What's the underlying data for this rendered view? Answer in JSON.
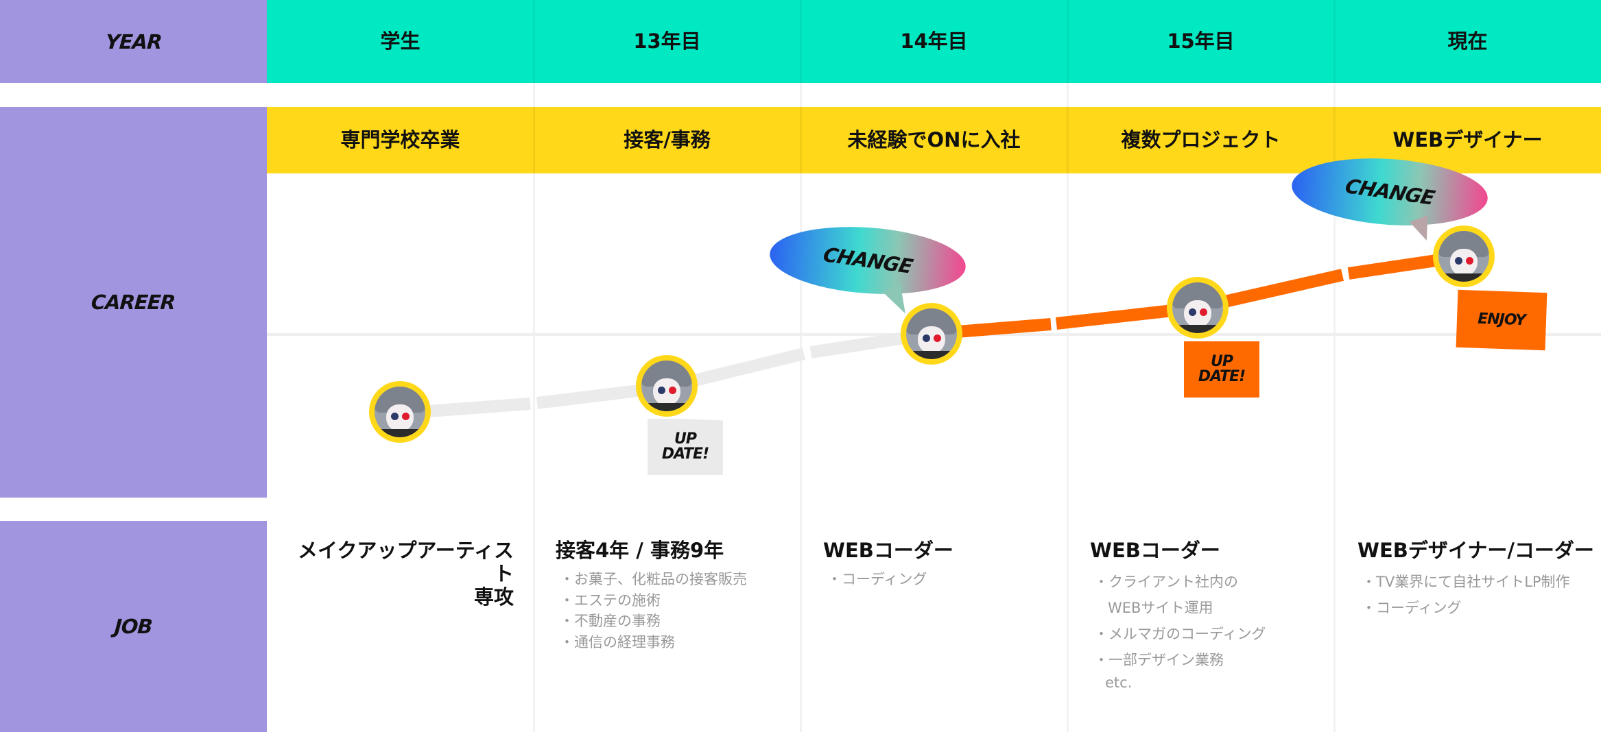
{
  "row_labels": {
    "year": "YEAR",
    "career": "CAREER",
    "job": "JOB"
  },
  "years": [
    "学生",
    "13年目",
    "14年目",
    "15年目",
    "現在"
  ],
  "careers": [
    "専門学校卒業",
    "接客/事務",
    "未経験でONに入社",
    "複数プロジェクト",
    "WEBデザイナー"
  ],
  "badges": {
    "change": "CHANGE",
    "update_line1": "UP",
    "update_line2": "DATE!",
    "enjoy": "ENJOY"
  },
  "jobs": [
    {
      "title_line1": "メイクアップアーティスト",
      "title_line2": "専攻",
      "items": []
    },
    {
      "title_line1": "接客4年 / 事務9年",
      "items": [
        "・お菓子、化粧品の接客販売",
        "・エステの施術",
        "・不動産の事務",
        "・通信の経理事務"
      ]
    },
    {
      "title_line1": "WEBコーダー",
      "items": [
        "・コーディング"
      ]
    },
    {
      "title_line1": "WEBコーダー",
      "items": [
        "・クライアント社内の",
        "WEBサイト運用",
        "・メルマガのコーディング",
        "・一部デザイン業務",
        "etc."
      ]
    },
    {
      "title_line1": "WEBデザイナー/コーダー",
      "items": [
        "・TV業界にて自社サイトLP制作",
        "・コーディング"
      ]
    }
  ],
  "colors": {
    "label_bg": "#a195e0",
    "year_bg": "#00e9c2",
    "career_bg": "#ffd819",
    "path_past": "#ebebeb",
    "path_active": "#ff6a00"
  }
}
